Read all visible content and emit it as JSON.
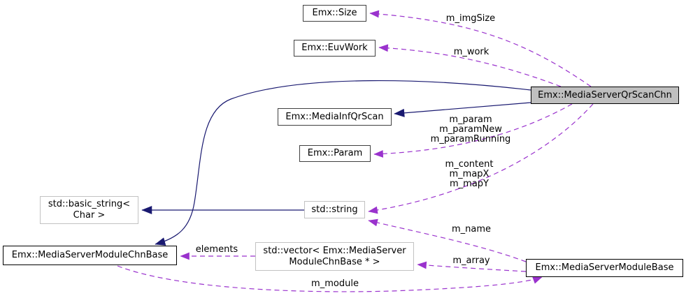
{
  "diagram": {
    "nodes": {
      "size": {
        "label": "Emx::Size"
      },
      "euvwork": {
        "label": "Emx::EuvWork"
      },
      "qrscanchn": {
        "label": "Emx::MediaServerQrScanChn"
      },
      "mediainfqrscan": {
        "label": "Emx::MediaInfQrScan"
      },
      "param": {
        "label": "Emx::Param"
      },
      "basic_string": {
        "label": "std::basic_string<\nChar >"
      },
      "string": {
        "label": "std::string"
      },
      "modulechnbase": {
        "label": "Emx::MediaServerModuleChnBase"
      },
      "vector": {
        "label": "std::vector< Emx::MediaServer\nModuleChnBase * >"
      },
      "modulebase": {
        "label": "Emx::MediaServerModuleBase"
      }
    },
    "edge_labels": {
      "imgsize": "m_imgSize",
      "work": "m_work",
      "param": "m_param\nm_paramNew\nm_paramRunning",
      "content": "m_content\nm_mapX\nm_mapY",
      "name": "m_name",
      "array": "m_array",
      "elements": "elements",
      "module": "m_module"
    },
    "colors": {
      "inheritance_edge": "#191970",
      "usage_edge": "#9a32cd",
      "highlight_fill": "#bfbfbf",
      "node_fill": "#ffffff",
      "dark_border": "#404040",
      "light_border": "#c2c2c2",
      "black_border": "#000000"
    }
  }
}
